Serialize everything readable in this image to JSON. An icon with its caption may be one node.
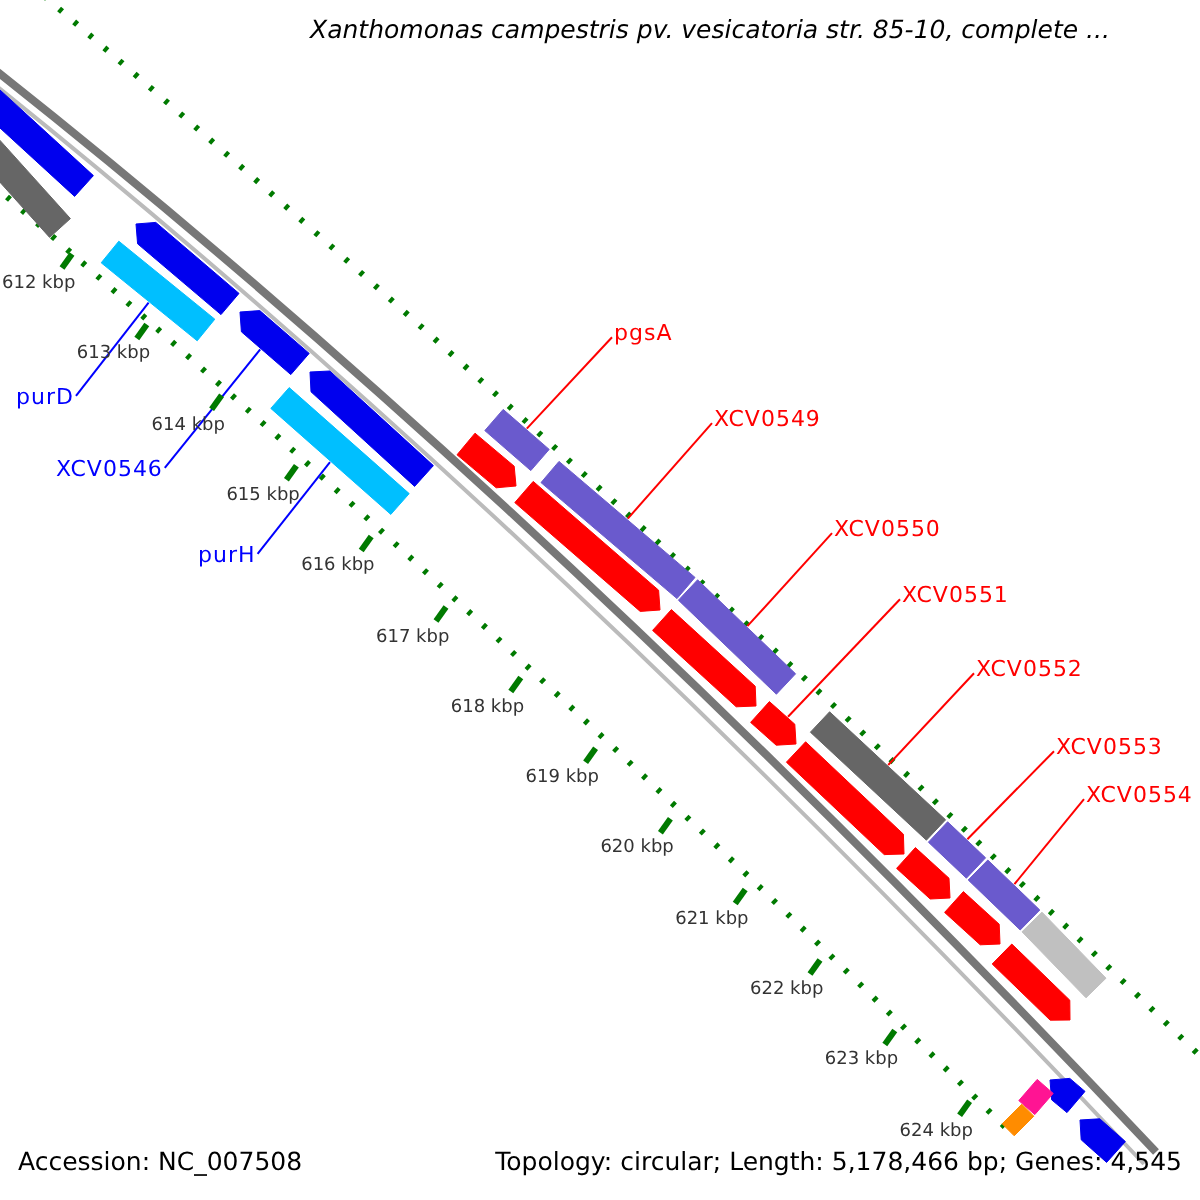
{
  "diagram": {
    "title": "Xanthomonas campestris pv. vesicatoria str. 85-10, complete ...",
    "nodes": [
      {
        "text": [
          "pgsA"
        ]
      },
      {
        "text": [
          "purD"
        ]
      },
      {
        "text": [
          "XCV0549"
        ]
      },
      {
        "text": [
          "XCV0546"
        ]
      },
      {
        "text": [
          "XCV0550"
        ]
      },
      {
        "text": [
          "purH"
        ]
      },
      {
        "text": [
          "XCV0551"
        ]
      },
      {
        "text": [
          "XCV0552"
        ]
      },
      {
        "text": [
          "XCV0553"
        ]
      },
      {
        "text": [
          "XCV0554"
        ]
      },
      {
        "text": [],
        "shape": "bar"
      },
      {
        "text": [],
        "shape": "bar"
      },
      {
        "text": [],
        "shape": "bar"
      },
      {
        "text": [],
        "shape": "bar"
      },
      {
        "text": [],
        "shape": "bar"
      },
      {
        "text": [],
        "shape": "bar"
      },
      {
        "text": [],
        "shape": "bar"
      },
      {
        "text": [],
        "shape": "bar"
      },
      {
        "text": [],
        "shape": "bar"
      },
      {
        "text": [],
        "shape": "bar"
      },
      {
        "text": [],
        "shape": "bar"
      },
      {
        "text": [],
        "shape": "bar"
      },
      {
        "text": [],
        "shape": "bar"
      },
      {
        "text": [],
        "shape": "bar"
      },
      {
        "text": [],
        "shape": "bar"
      },
      {
        "text": [],
        "shape": "bar"
      },
      {
        "text": [],
        "shape": "bar"
      },
      {
        "text": [],
        "shape": "bar"
      },
      {
        "text": [],
        "shape": "bar"
      },
      {
        "text": [],
        "shape": "bar"
      },
      {
        "text": [],
        "shape": "bar"
      },
      {
        "text": [],
        "shape": "bar"
      },
      {
        "text": [],
        "shape": "bar"
      },
      {
        "text": [],
        "shape": "bar"
      },
      {
        "text": [],
        "shape": "bar"
      },
      {
        "text": [],
        "shape": "bar"
      }
    ],
    "edges": [
      {
        "from": 0,
        "to": 18,
        "arrow": "none"
      },
      {
        "from": 1,
        "to": 13,
        "arrow": "none",
        "color": "#0000ff"
      },
      {
        "from": 2,
        "to": 20,
        "arrow": "none"
      },
      {
        "from": 3,
        "to": 14,
        "arrow": "none",
        "color": "#0000ff"
      },
      {
        "from": 4,
        "to": 22,
        "arrow": "none"
      },
      {
        "from": 5,
        "to": 15,
        "arrow": "none",
        "color": "#0000ff"
      },
      {
        "from": 6,
        "to": 23,
        "arrow": "none"
      },
      {
        "from": 7,
        "to": 25,
        "arrow": "none"
      },
      {
        "from": 8,
        "to": 26,
        "arrow": "none"
      },
      {
        "from": 9,
        "to": 28,
        "arrow": "none"
      }
    ],
    "labels": [
      "612 kbp",
      "613 kbp",
      "614 kbp",
      "615 kbp",
      "616 kbp",
      "617 kbp",
      "618 kbp",
      "619 kbp",
      "620 kbp",
      "621 kbp",
      "622 kbp",
      "623 kbp",
      "624 kbp",
      "Accession: NC_007508",
      "Topology: circular; Length: 5,178,466 bp; Genes: 4,545"
    ]
  }
}
